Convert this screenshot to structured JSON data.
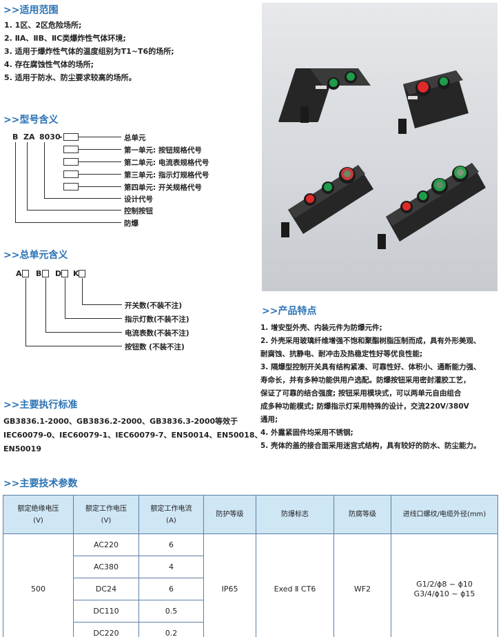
{
  "section1": {
    "heading": ">>适用范围",
    "items": [
      "1. 1区、2区危险场所;",
      "2. ⅡA、ⅡB、ⅡC类爆炸性气体环境;",
      "3. 适用于爆炸性气体的温度组别为T1~T6的场所;",
      "4. 存在腐蚀性气体的场所;",
      "5. 适用于防水、防尘要求较高的场所。"
    ]
  },
  "section2": {
    "heading": ">>型号含义",
    "model": {
      "b": "B",
      "za": "ZA",
      "num": "8030",
      "dash": "-"
    },
    "labels": [
      "总单元",
      "第一单元: 按钮规格代号",
      "第二单元: 电流表规格代号",
      "第三单元: 指示灯规格代号",
      "第四单元: 开关规格代号",
      "设计代号",
      "控制按钮",
      "防爆"
    ]
  },
  "section3": {
    "heading": ">>总单元含义",
    "codes": [
      "A",
      "B",
      "D",
      "K"
    ],
    "labels": [
      "开关数(不装不注)",
      "指示灯数(不装不注)",
      "电流表数(不装不注)",
      "按钮数 (不装不注)"
    ]
  },
  "section4": {
    "heading": ">>主要执行标准",
    "lines": [
      "GB3836.1-2000、GB3836.2-2000、GB3836.3-2000等效于",
      "IEC60079-0、IEC60079-1、IEC60079-7、EN50014、EN50018、",
      "EN50019"
    ]
  },
  "features": {
    "heading": ">>产品特点",
    "lines": [
      "1. 增安型外壳、内装元件为防爆元件;",
      "2. 外壳采用玻璃纤维增强不饱和聚酯树脂压制而成，具有外形美观、",
      "    耐腐蚀、抗静电、耐冲击及热稳定性好等优良性能;",
      "3. 隔爆型控制开关具有结构紧凑、可靠性好、体积小、通断能力强、",
      "    寿命长，并有多种功能供用户选配。防爆按钮采用密封灌胶工艺，",
      "    保证了可靠的结合强度; 按钮采用模块式，可以两单元自由组合",
      "    成多种功能模式; 防爆指示灯采用特殊的设计，交流220V/380V",
      "    通用;",
      "4. 外露紧固件均采用不锈钢;",
      "5. 壳体的盖的接合面采用迷宫式结构，具有较好的防水、防尘能力。"
    ]
  },
  "table": {
    "heading": ">>主要技术参数",
    "headers": [
      [
        "额定绝缘电压",
        "(V)"
      ],
      [
        "额定工作电压",
        "(V)"
      ],
      [
        "额定工作电流",
        "(A)"
      ],
      [
        "防护等级"
      ],
      [
        "防爆标志"
      ],
      [
        "防腐等级"
      ],
      [
        "进线口螺纹/电缆外径(mm)"
      ]
    ],
    "insulation_voltage": "500",
    "rows": [
      {
        "voltage": "AC220",
        "current": "6"
      },
      {
        "voltage": "AC380",
        "current": "4"
      },
      {
        "voltage": "DC24",
        "current": "6"
      },
      {
        "voltage": "DC110",
        "current": "0.5"
      },
      {
        "voltage": "DC220",
        "current": "0.2"
      }
    ],
    "protection": "IP65",
    "explosion_mark": "Exed Ⅱ CT6",
    "anticorrosion": "WF2",
    "thread": [
      "G1/2/ϕ8 ~ ϕ10",
      "G3/4/ϕ10 ~ ϕ15"
    ]
  },
  "colors": {
    "heading": "#2a72b5",
    "table_header_bg": "#cfe6f5",
    "table_border": "#5b7ea4"
  }
}
